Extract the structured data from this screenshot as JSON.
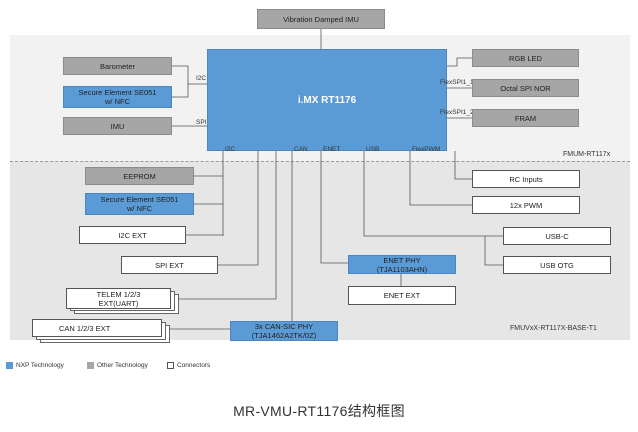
{
  "nodes": {
    "imu_top": "Vibration Damped IMU",
    "soc": "i.MX RT1176",
    "barometer": "Barometer",
    "secure_top": "Secure Element SE051 w/ NFC",
    "imu": "IMU",
    "rgb_led": "RGB LED",
    "octal_spi": "Octal SPI NOR",
    "fram": "FRAM",
    "eeprom": "EEPROM",
    "secure_base": "Secure Element SE051 w/ NFC",
    "i2c_ext": "I2C EXT",
    "spi_ext": "SPI EXT",
    "telem": "TELEM 1/2/3 EXT(UART)",
    "can_ext": "CAN 1/2/3 EXT",
    "can_phy": "3x CAN-SIC PHY (TJA1462A2TK/0Z)",
    "enet_phy": "ENET PHY (TJA1103AHN)",
    "enet_ext": "ENET EXT",
    "rc_inputs": "RC Inputs",
    "pwm": "12x PWM",
    "usb_c": "USB-C",
    "usb_otg": "USB OTG"
  },
  "buses": {
    "i2c_top": "I2C",
    "spi_top": "SPI",
    "flexspi1": "FlexSPI1_1",
    "flexspi2": "FlexSPI1_2",
    "i2c_bottom": "I2C",
    "can": "CAN",
    "enet": "ENET",
    "usb": "USB",
    "flexpwm": "FlexPWM"
  },
  "zones": {
    "module": "FMUM-RT117x",
    "base": "FMUVxX-RT117X-BASE-T1"
  },
  "legend": {
    "nxp": "NXP Technology",
    "other": "Other Technology",
    "connectors": "Connectors"
  },
  "caption": "MR-VMU-RT1176结构框图",
  "colors": {
    "nxp_blue": "#5b9bd5",
    "other_gray": "#a6a6a6",
    "module_bg": "#f2f2f2",
    "base_bg": "#e6e6e6"
  }
}
